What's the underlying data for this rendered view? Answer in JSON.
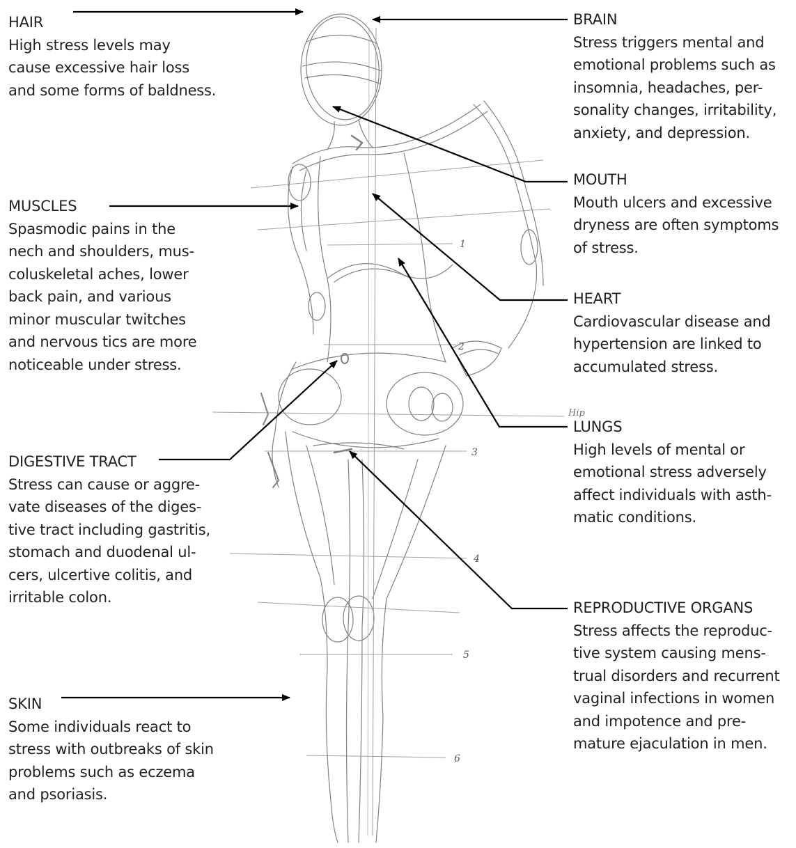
{
  "colors": {
    "text": "#231f20",
    "arrow": "#000000",
    "sketch": "#5a5a5a"
  },
  "figure": {
    "hip_note": "Hip",
    "ticks": [
      "1",
      "2",
      "3",
      "4",
      "5",
      "6"
    ]
  },
  "labels": {
    "hair": {
      "title": "HAIR",
      "body": "High stress levels may\ncause excessive hair loss\nand some forms of baldness."
    },
    "brain": {
      "title": "BRAIN",
      "body": "Stress triggers mental and\nemotional problems such as\ninsomnia, headaches, per-\nsonality changes, irritability,\nanxiety, and depression."
    },
    "muscles": {
      "title": "MUSCLES",
      "body": "Spasmodic pains in the\nnech and shoulders, mus-\ncoluskeletal aches, lower\nback pain, and various\nminor muscular twitches\nand nervous tics are more\nnoticeable under stress."
    },
    "mouth": {
      "title": "MOUTH",
      "body": "Mouth ulcers and excessive\ndryness are often symptoms\nof stress."
    },
    "heart": {
      "title": "HEART",
      "body": "Cardiovascular disease and\nhypertension are linked to\naccumulated stress."
    },
    "lungs": {
      "title": "LUNGS",
      "body": "High levels of mental or\nemotional stress adversely\naffect individuals with asth-\nmatic conditions."
    },
    "digestive": {
      "title": "DIGESTIVE TRACT",
      "body": "Stress can cause or aggre-\nvate diseases of the diges-\ntive tract including gastritis,\nstomach and duodenal ul-\ncers, ulcertive colitis, and\nirritable colon."
    },
    "reproductive": {
      "title": "REPRODUCTIVE ORGANS",
      "body": "Stress affects the reproduc-\ntive system causing mens-\ntrual disorders and recurrent\nvaginal infections in women\nand impotence and pre-\nmature ejaculation in men."
    },
    "skin": {
      "title": "SKIN",
      "body": "Some individuals react to\nstress with outbreaks of skin\nproblems such as eczema\nand psoriasis."
    }
  }
}
